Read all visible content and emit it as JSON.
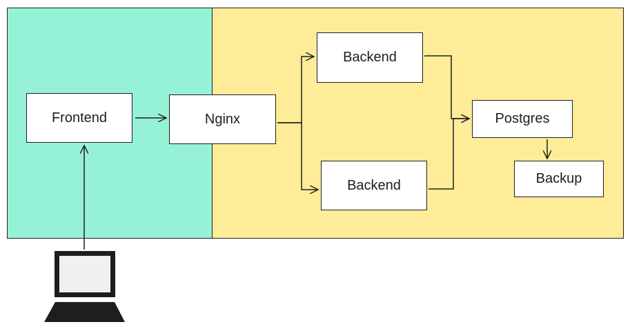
{
  "colors": {
    "client_zone": "#96f2d7",
    "server_zone": "#ffec99",
    "stroke": "#1e1e1e",
    "laptop_screen": "#f0f0f0"
  },
  "nodes": {
    "frontend": "Frontend",
    "nginx": "Nginx",
    "backend_1": "Backend",
    "backend_2": "Backend",
    "postgres": "Postgres",
    "backup": "Backup"
  },
  "icons": {
    "client": "laptop-icon"
  }
}
